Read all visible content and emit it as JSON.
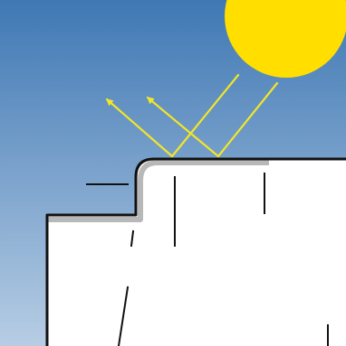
{
  "colors": {
    "sky_top": "#3f78b4",
    "sky_bottom": "#b7cde4",
    "sun": "#ffde00",
    "sun_ray": "#f2e52a",
    "roof_outline": "#111111",
    "roof_fill": "#ffffff",
    "membrane": "#b8b8b8",
    "crack": "#111111"
  },
  "icons": {
    "sun": "sun-icon",
    "reflected_rays": "arrow-icon"
  },
  "scene": {
    "incoming_ray_count": 2,
    "reflected_ray_count": 2,
    "step_count": 2,
    "crack_mark_count": 6
  }
}
